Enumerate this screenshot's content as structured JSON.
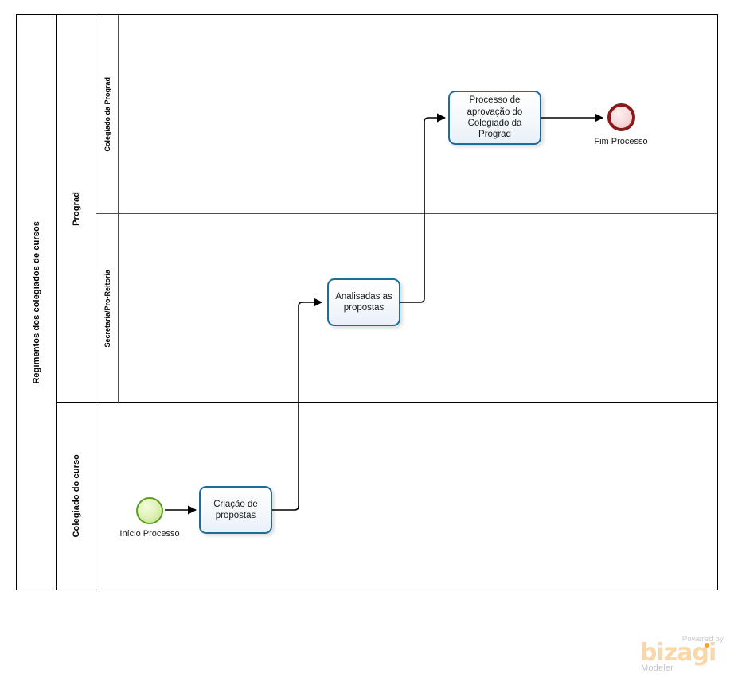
{
  "diagram": {
    "type": "bpmn-process-diagram",
    "pool": {
      "name": "Regimentos dos colegiados de cursos"
    },
    "lanes": [
      {
        "id": "prograd",
        "name": "Prograd",
        "sublanes": [
          {
            "id": "colegiado-prograd",
            "name": "Colegiado da Prograd"
          },
          {
            "id": "secretaria",
            "name": "Secretaria/Pro-Reitoria"
          }
        ]
      },
      {
        "id": "colegiado-curso",
        "name": "Colegiado do curso",
        "sublanes": []
      }
    ],
    "elements": {
      "start_event": {
        "type": "start-event",
        "label": "Início Processo",
        "lane": "colegiado-curso"
      },
      "task_criacao": {
        "type": "task",
        "label": "Criação de propostas",
        "lane": "colegiado-curso"
      },
      "task_analise": {
        "type": "task",
        "label": "Analisadas as propostas",
        "lane": "secretaria"
      },
      "task_aprovacao": {
        "type": "task",
        "label": "Processo de aprovação do Colegiado da Prograd",
        "lane": "colegiado-prograd"
      },
      "end_event": {
        "type": "end-event",
        "label": "Fim Processo",
        "lane": "colegiado-prograd"
      }
    },
    "sequence_flows": [
      {
        "from": "start_event",
        "to": "task_criacao"
      },
      {
        "from": "task_criacao",
        "to": "task_analise"
      },
      {
        "from": "task_analise",
        "to": "task_aprovacao"
      },
      {
        "from": "task_aprovacao",
        "to": "end_event"
      }
    ],
    "colors": {
      "task_border": "#1f6b99",
      "start_event_border": "#5a9e1f",
      "end_event_border": "#8b1a1a",
      "pool_border": "#000000",
      "flow_line": "#000000"
    }
  },
  "watermark": {
    "powered_by": "Powered by",
    "brand": "bizagi",
    "product": "Modeler"
  }
}
